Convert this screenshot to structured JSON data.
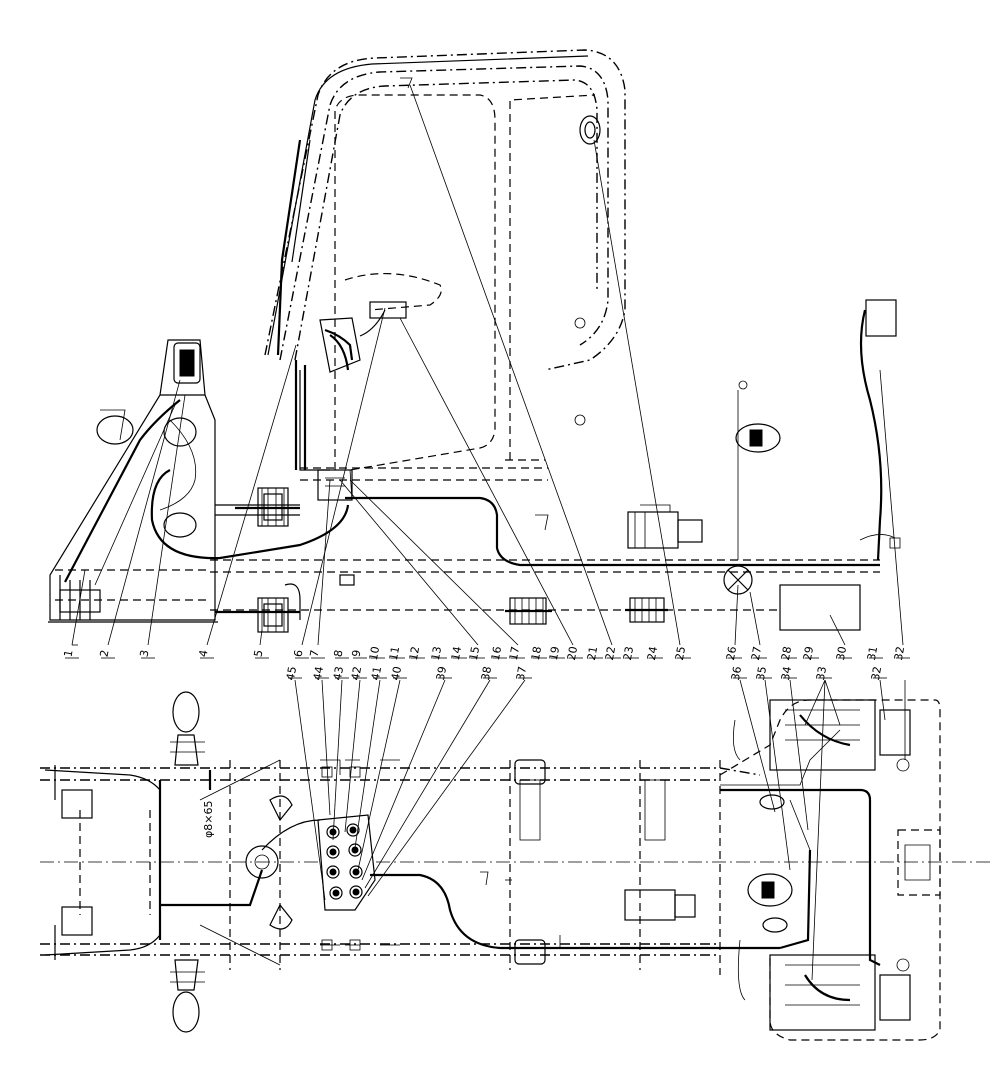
{
  "drawing": {
    "callouts_bottom": [
      "1",
      "2",
      "3",
      "4",
      "5",
      "6",
      "7",
      "8",
      "9",
      "10",
      "11",
      "12",
      "13",
      "14",
      "15",
      "16",
      "17",
      "18",
      "19",
      "20",
      "21",
      "22",
      "23",
      "24",
      "25",
      "26",
      "27",
      "28",
      "29",
      "30",
      "31",
      "32"
    ],
    "callouts_top": [
      "45",
      "44",
      "43",
      "42",
      "41",
      "40",
      "39",
      "38",
      "37",
      "36",
      "35",
      "34",
      "33",
      "32"
    ],
    "plate_mark": "φ8×65",
    "colors": {
      "line": "#000000",
      "paper": "#ffffff"
    }
  }
}
